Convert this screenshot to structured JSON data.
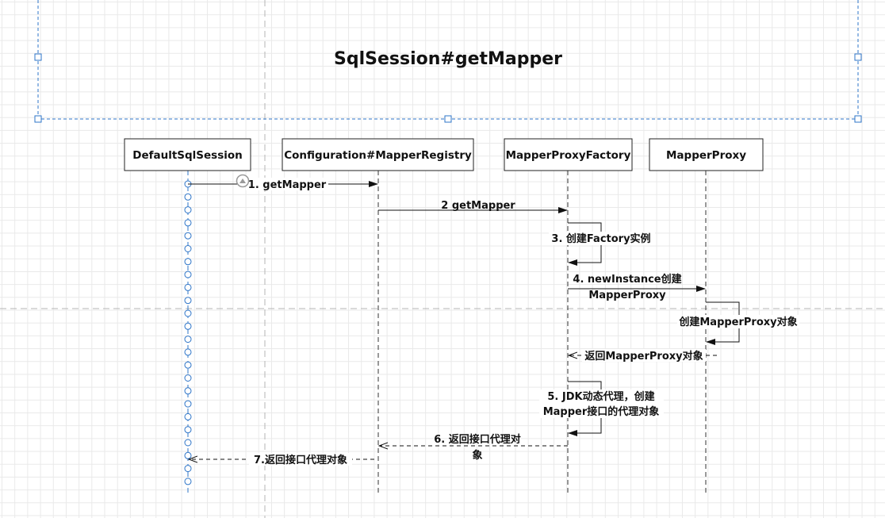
{
  "title": "SqlSession#getMapper",
  "participants": [
    {
      "id": "p1",
      "name": "DefaultSqlSession"
    },
    {
      "id": "p2",
      "name": "Configuration#MapperRegistry"
    },
    {
      "id": "p3",
      "name": "MapperProxyFactory"
    },
    {
      "id": "p4",
      "name": "MapperProxy"
    }
  ],
  "messages": [
    {
      "id": "m1",
      "from": "DefaultSqlSession",
      "to": "Configuration#MapperRegistry",
      "type": "call",
      "lines": [
        "1. getMapper"
      ]
    },
    {
      "id": "m2",
      "from": "Configuration#MapperRegistry",
      "to": "MapperProxyFactory",
      "type": "call",
      "lines": [
        "2 getMapper"
      ]
    },
    {
      "id": "m3",
      "from": "MapperProxyFactory",
      "to": "MapperProxyFactory",
      "type": "self",
      "lines": [
        "3. 创建Factory实例"
      ]
    },
    {
      "id": "m4",
      "from": "MapperProxyFactory",
      "to": "MapperProxy",
      "type": "call",
      "lines": [
        "4. newInstance创建",
        "MapperProxy"
      ]
    },
    {
      "id": "m5",
      "from": "MapperProxy",
      "to": "MapperProxy",
      "type": "self",
      "lines": [
        "创建MapperProxy对象"
      ]
    },
    {
      "id": "m6",
      "from": "MapperProxy",
      "to": "MapperProxyFactory",
      "type": "return",
      "lines": [
        "返回MapperProxy对象"
      ]
    },
    {
      "id": "m7",
      "from": "MapperProxyFactory",
      "to": "MapperProxyFactory",
      "type": "self",
      "lines": [
        "5. JDK动态代理，创建",
        "Mapper接口的代理对象"
      ]
    },
    {
      "id": "m8",
      "from": "MapperProxyFactory",
      "to": "Configuration#MapperRegistry",
      "type": "return",
      "lines": [
        "6. 返回接口代理对",
        "象"
      ]
    },
    {
      "id": "m9",
      "from": "Configuration#MapperRegistry",
      "to": "DefaultSqlSession",
      "type": "return",
      "lines": [
        "7.返回接口代理对象"
      ]
    }
  ],
  "colors": {
    "line": "#111111",
    "selection": "#2e75c8",
    "grid": "#e9e9e9",
    "guide": "#b5b5b5"
  }
}
